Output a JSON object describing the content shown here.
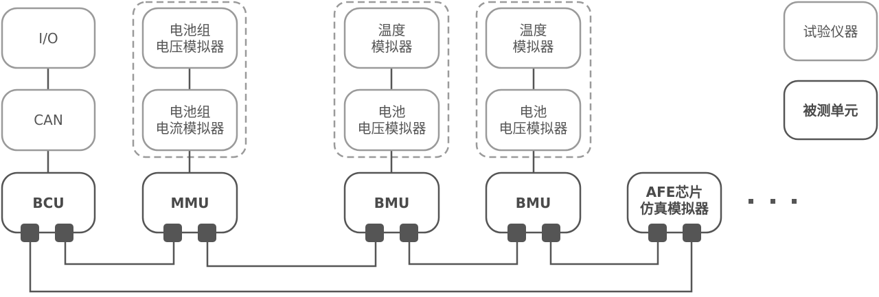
{
  "diagram": {
    "title": "",
    "nodes": [
      {
        "id": "io",
        "label": "I/O",
        "kind": "instrument"
      },
      {
        "id": "can",
        "label": "CAN",
        "kind": "instrument"
      },
      {
        "id": "bcu",
        "label": "BCU",
        "kind": "unit_under_test"
      },
      {
        "id": "pack_v",
        "label": "电池组\n电压模拟器",
        "kind": "instrument"
      },
      {
        "id": "pack_i",
        "label": "电池组\n电流模拟器",
        "kind": "instrument"
      },
      {
        "id": "mmu",
        "label": "MMU",
        "kind": "unit_under_test"
      },
      {
        "id": "temp1",
        "label": "温度\n模拟器",
        "kind": "instrument"
      },
      {
        "id": "cellv1",
        "label": "电池\n电压模拟器",
        "kind": "instrument"
      },
      {
        "id": "bmu1",
        "label": "BMU",
        "kind": "unit_under_test"
      },
      {
        "id": "temp2",
        "label": "温度\n模拟器",
        "kind": "instrument"
      },
      {
        "id": "cellv2",
        "label": "电池\n电压模拟器",
        "kind": "instrument"
      },
      {
        "id": "bmu2",
        "label": "BMU",
        "kind": "unit_under_test"
      },
      {
        "id": "afe",
        "label": "AFE芯片\n仿真模拟器",
        "kind": "unit_under_test"
      }
    ],
    "edges": [
      [
        "io",
        "can"
      ],
      [
        "can",
        "bcu"
      ],
      [
        "pack_v",
        "pack_i"
      ],
      [
        "pack_i",
        "mmu"
      ],
      [
        "temp1",
        "cellv1"
      ],
      [
        "cellv1",
        "bmu1"
      ],
      [
        "temp2",
        "cellv2"
      ],
      [
        "cellv2",
        "bmu2"
      ],
      [
        "bcu.port2",
        "mmu.port1"
      ],
      [
        "mmu.port2",
        "bmu1.port1"
      ],
      [
        "bmu1.port2",
        "bmu2.port1"
      ],
      [
        "bmu2.port2",
        "afe.port1"
      ],
      [
        "bcu.port1",
        "afe.port2"
      ]
    ],
    "groups": [
      [
        "pack_v",
        "pack_i"
      ],
      [
        "temp1",
        "cellv1"
      ],
      [
        "temp2",
        "cellv2"
      ]
    ],
    "ellipsis": "· · ·",
    "legend": [
      {
        "label": "试验仪器",
        "kind": "instrument"
      },
      {
        "label": "被测单元",
        "kind": "unit_under_test"
      }
    ],
    "colors": {
      "instrument": "#9a9a9a",
      "unit": "#555555",
      "port": "#555555",
      "line": "#555555",
      "group": "#9a9a9a"
    }
  }
}
